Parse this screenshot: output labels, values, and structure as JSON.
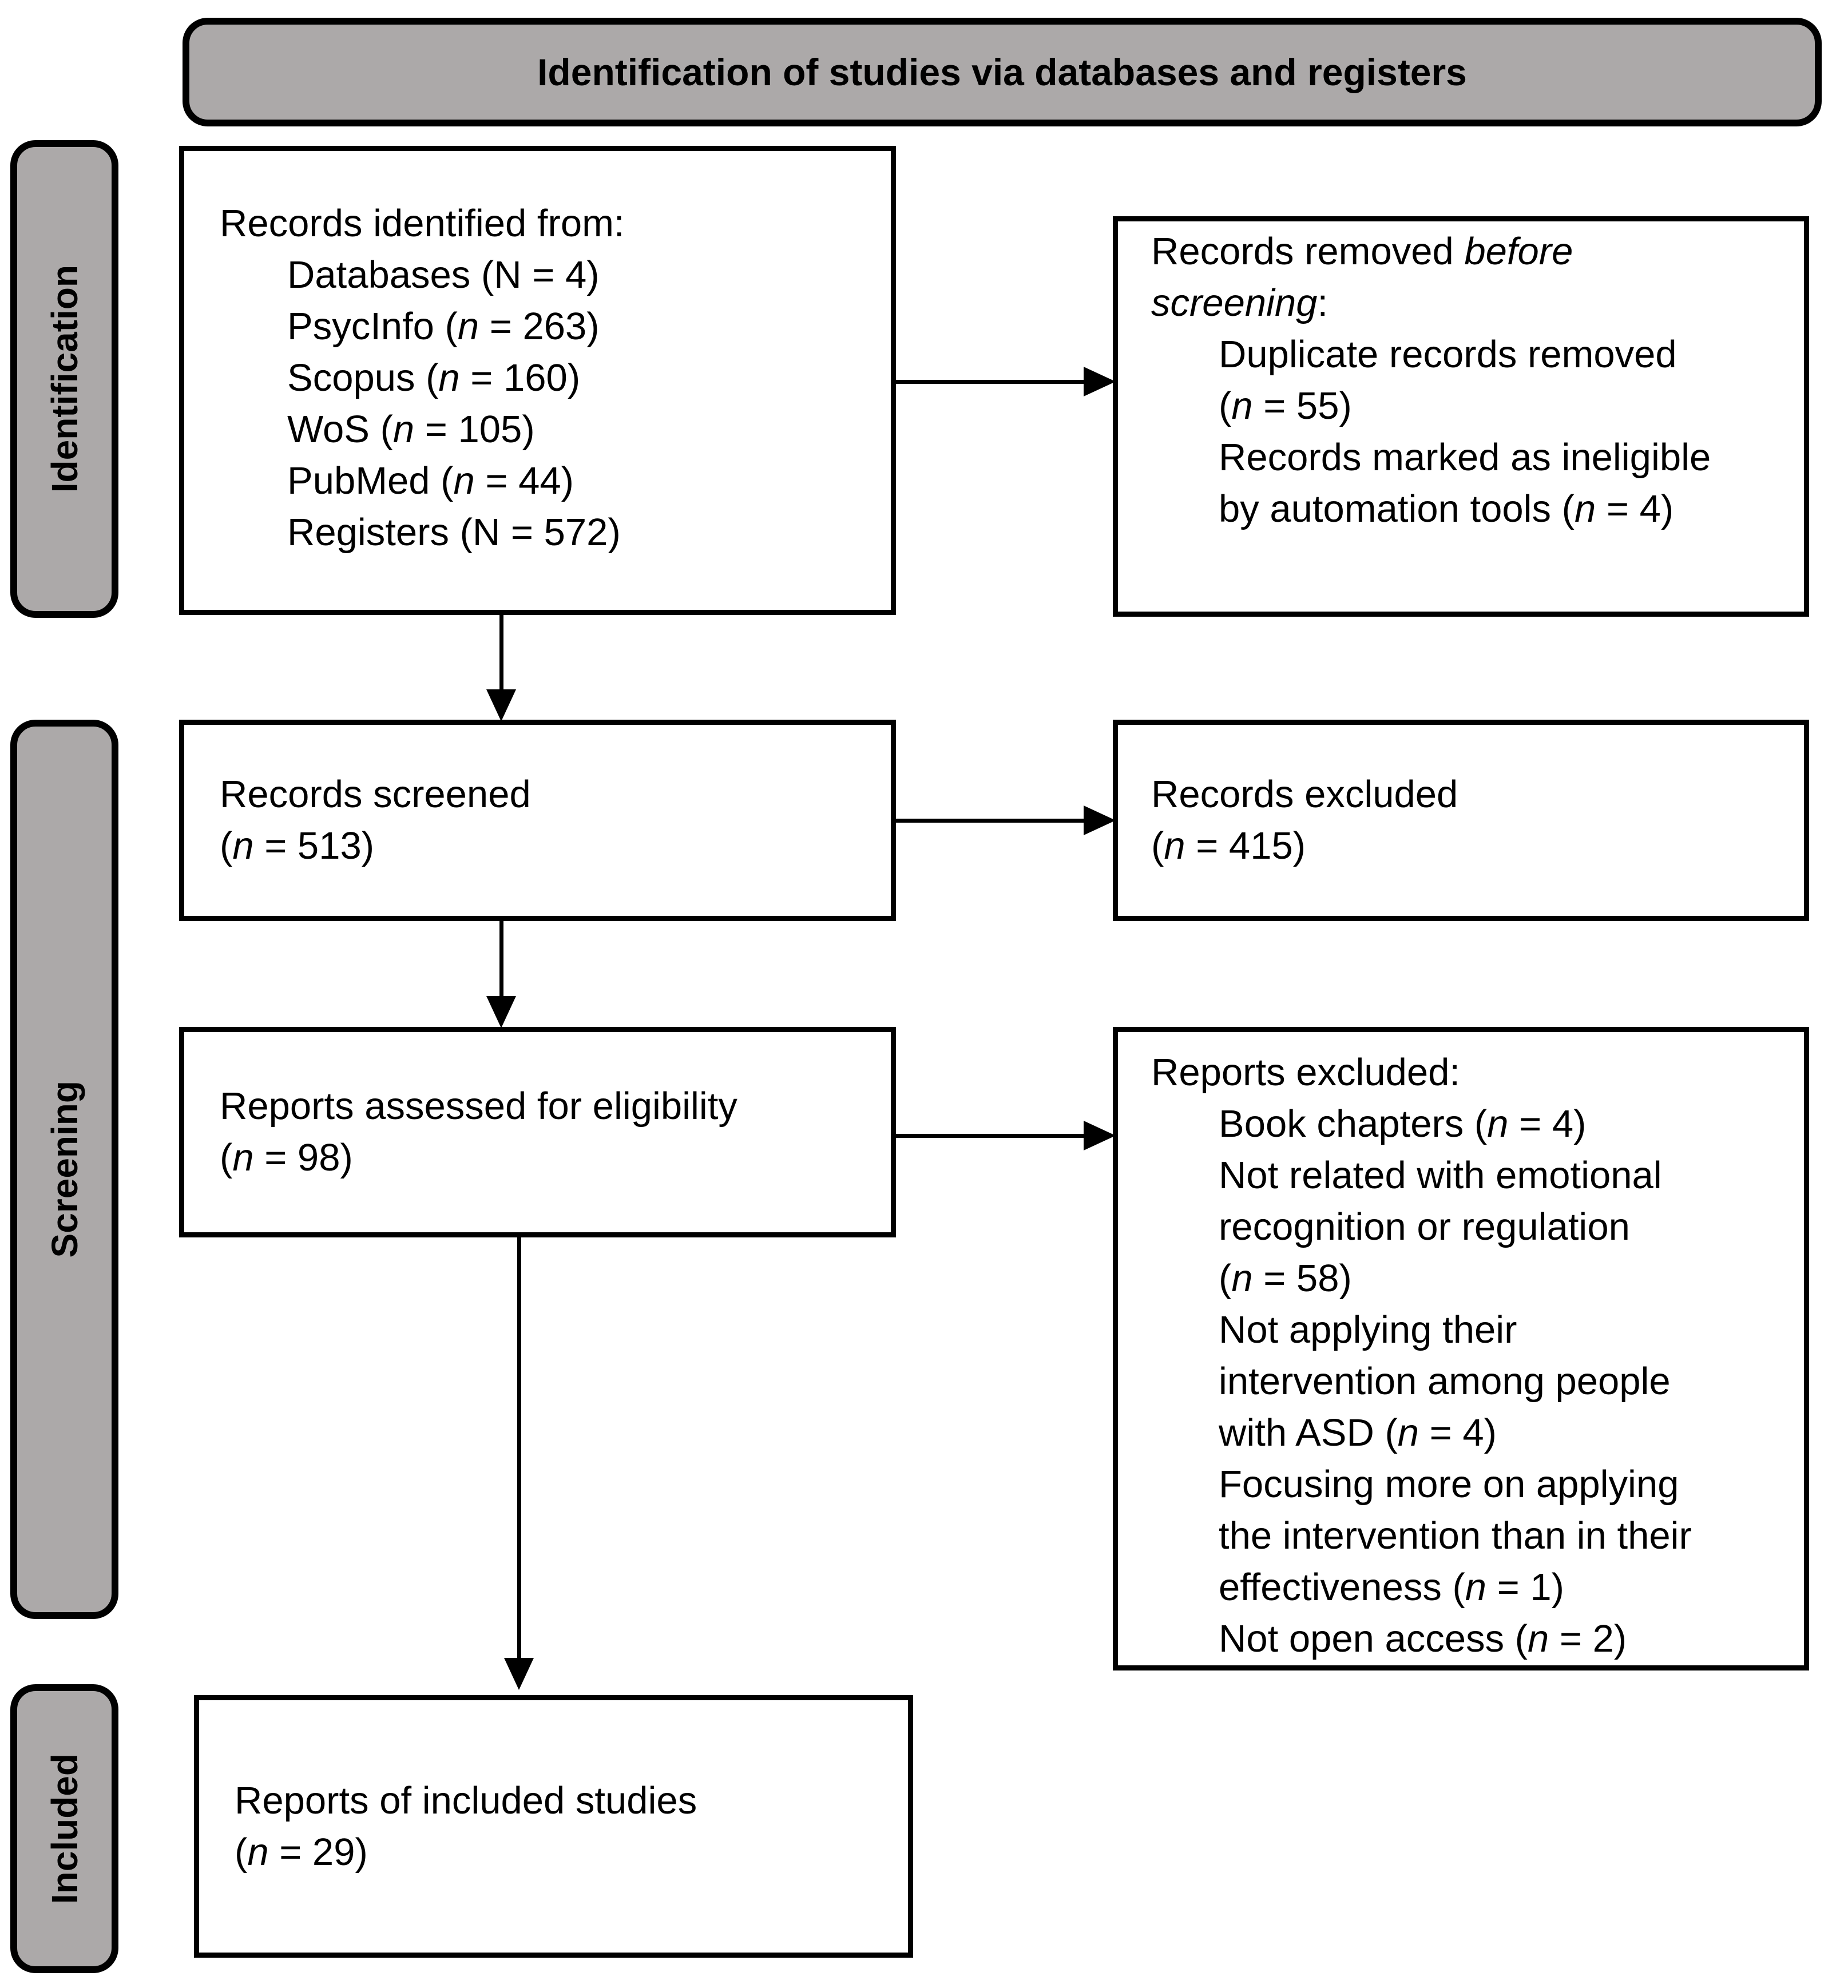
{
  "title": "Identification of studies via databases and registers",
  "side_labels": [
    {
      "id": "identification",
      "label": "Identification"
    },
    {
      "id": "screening",
      "label": "Screening"
    },
    {
      "id": "included",
      "label": "Included"
    }
  ],
  "colors": {
    "banner_fill": "#ACA9A9",
    "box_fill": "#FFFFFF",
    "border": "#000000",
    "text": "#000000"
  },
  "boxes": {
    "records_identified": {
      "lines": [
        {
          "indent": 0,
          "segs": [
            {
              "t": "Records identified from:"
            }
          ]
        },
        {
          "indent": 1,
          "segs": [
            {
              "t": "Databases (N = 4)"
            }
          ]
        },
        {
          "indent": 1,
          "segs": [
            {
              "t": "PsycInfo ("
            },
            {
              "t": "n",
              "i": true
            },
            {
              "t": " = 263)"
            }
          ]
        },
        {
          "indent": 1,
          "segs": [
            {
              "t": "Scopus ("
            },
            {
              "t": "n",
              "i": true
            },
            {
              "t": " = 160)"
            }
          ]
        },
        {
          "indent": 1,
          "segs": [
            {
              "t": "WoS ("
            },
            {
              "t": "n",
              "i": true
            },
            {
              "t": " = 105)"
            }
          ]
        },
        {
          "indent": 1,
          "segs": [
            {
              "t": "PubMed ("
            },
            {
              "t": "n",
              "i": true
            },
            {
              "t": " = 44)"
            }
          ]
        },
        {
          "indent": 1,
          "segs": [
            {
              "t": "Registers (N = 572)"
            }
          ]
        }
      ]
    },
    "records_removed": {
      "lines": [
        {
          "indent": 0,
          "segs": [
            {
              "t": "Records removed "
            },
            {
              "t": "before",
              "i": true
            }
          ]
        },
        {
          "indent": 0,
          "segs": [
            {
              "t": "screening",
              "i": true
            },
            {
              "t": ":"
            }
          ]
        },
        {
          "indent": 1,
          "segs": [
            {
              "t": "Duplicate records removed"
            }
          ]
        },
        {
          "indent": 1,
          "segs": [
            {
              "t": "("
            },
            {
              "t": "n",
              "i": true
            },
            {
              "t": " = 55)"
            }
          ]
        },
        {
          "indent": 1,
          "segs": [
            {
              "t": "Records marked as ineligible"
            }
          ]
        },
        {
          "indent": 1,
          "segs": [
            {
              "t": "by automation tools ("
            },
            {
              "t": "n",
              "i": true
            },
            {
              "t": " = 4)"
            }
          ]
        }
      ]
    },
    "records_screened": {
      "lines": [
        {
          "indent": 0,
          "segs": [
            {
              "t": "Records screened"
            }
          ]
        },
        {
          "indent": 0,
          "segs": [
            {
              "t": "("
            },
            {
              "t": "n",
              "i": true
            },
            {
              "t": " = 513)"
            }
          ]
        }
      ]
    },
    "records_excluded": {
      "lines": [
        {
          "indent": 0,
          "segs": [
            {
              "t": "Records excluded"
            }
          ]
        },
        {
          "indent": 0,
          "segs": [
            {
              "t": "("
            },
            {
              "t": "n",
              "i": true
            },
            {
              "t": " = 415)"
            }
          ]
        }
      ]
    },
    "reports_assessed": {
      "lines": [
        {
          "indent": 0,
          "segs": [
            {
              "t": "Reports assessed for eligibility"
            }
          ]
        },
        {
          "indent": 0,
          "segs": [
            {
              "t": "("
            },
            {
              "t": "n",
              "i": true
            },
            {
              "t": " = 98)"
            }
          ]
        }
      ]
    },
    "reports_excluded": {
      "lines": [
        {
          "indent": 0,
          "segs": [
            {
              "t": "Reports excluded:"
            }
          ]
        },
        {
          "indent": 1,
          "segs": [
            {
              "t": "Book chapters ("
            },
            {
              "t": "n",
              "i": true
            },
            {
              "t": " = 4)"
            }
          ]
        },
        {
          "indent": 1,
          "segs": [
            {
              "t": "Not related with emotional"
            }
          ]
        },
        {
          "indent": 1,
          "segs": [
            {
              "t": "recognition or regulation"
            }
          ]
        },
        {
          "indent": 1,
          "segs": [
            {
              "t": "("
            },
            {
              "t": "n",
              "i": true
            },
            {
              "t": " = 58)"
            }
          ]
        },
        {
          "indent": 1,
          "segs": [
            {
              "t": "Not applying their"
            }
          ]
        },
        {
          "indent": 1,
          "segs": [
            {
              "t": "intervention among people"
            }
          ]
        },
        {
          "indent": 1,
          "segs": [
            {
              "t": "with ASD ("
            },
            {
              "t": "n",
              "i": true
            },
            {
              "t": " = 4)"
            }
          ]
        },
        {
          "indent": 1,
          "segs": [
            {
              "t": "Focusing more on applying"
            }
          ]
        },
        {
          "indent": 1,
          "segs": [
            {
              "t": "the intervention than in their"
            }
          ]
        },
        {
          "indent": 1,
          "segs": [
            {
              "t": "effectiveness ("
            },
            {
              "t": "n",
              "i": true
            },
            {
              "t": " = 1)"
            }
          ]
        },
        {
          "indent": 1,
          "segs": [
            {
              "t": "Not open access ("
            },
            {
              "t": "n",
              "i": true
            },
            {
              "t": " = 2)"
            }
          ]
        }
      ]
    },
    "reports_included": {
      "lines": [
        {
          "indent": 0,
          "segs": [
            {
              "t": "Reports of included studies"
            }
          ]
        },
        {
          "indent": 0,
          "segs": [
            {
              "t": "("
            },
            {
              "t": "n",
              "i": true
            },
            {
              "t": " = 29)"
            }
          ]
        }
      ]
    }
  }
}
